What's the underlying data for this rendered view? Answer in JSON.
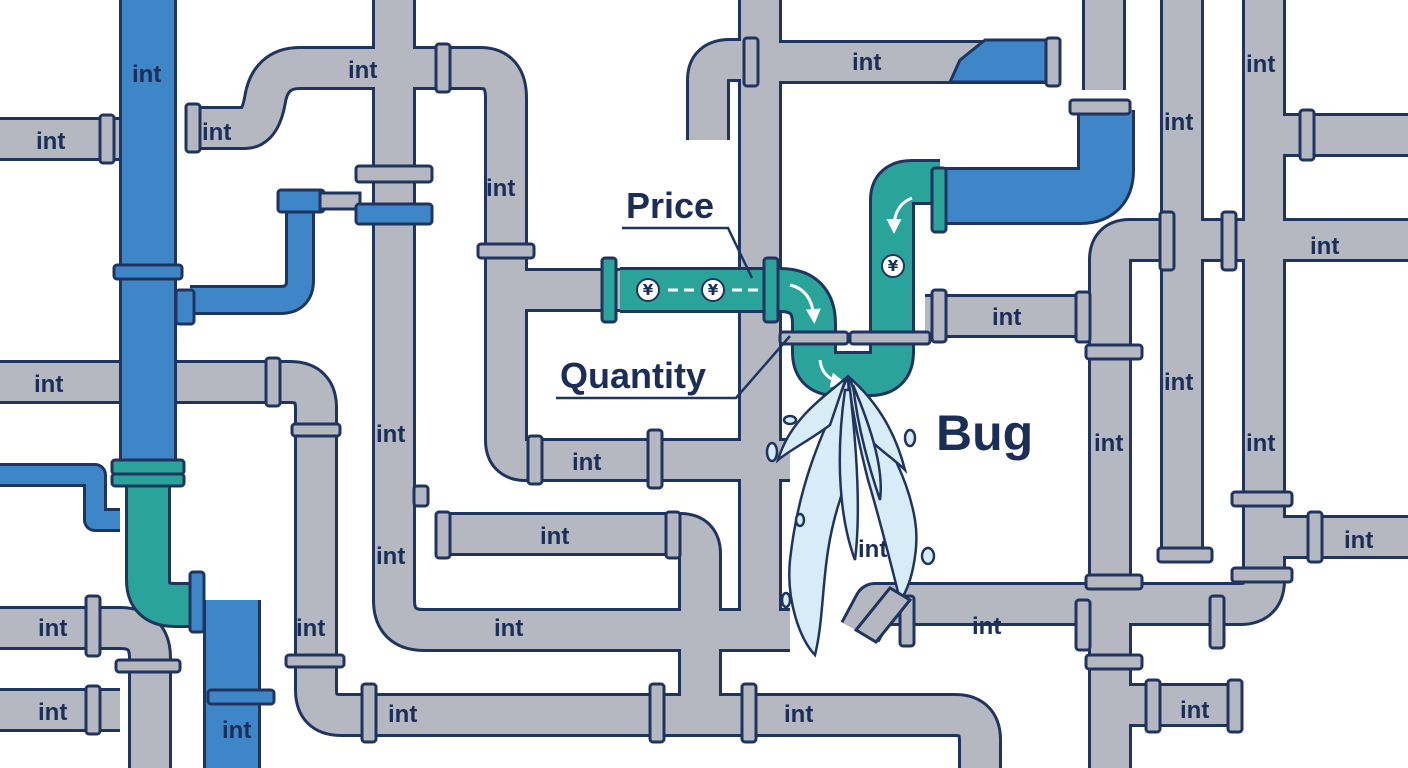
{
  "labels": {
    "int": "int",
    "price": "Price",
    "quantity": "Quantity",
    "bug": "Bug",
    "currency": "¥"
  },
  "colors": {
    "outline": "#1f3560",
    "gray_pipe": "#b5b8c1",
    "blue_pipe": "#3f86c8",
    "teal_pipe": "#2aa39a",
    "water": "#d8ecf8",
    "text": "#1a2e57"
  },
  "icons": [
    "yen-coin-icon",
    "flow-arrow-icon",
    "water-splash-icon",
    "valve-icon"
  ]
}
